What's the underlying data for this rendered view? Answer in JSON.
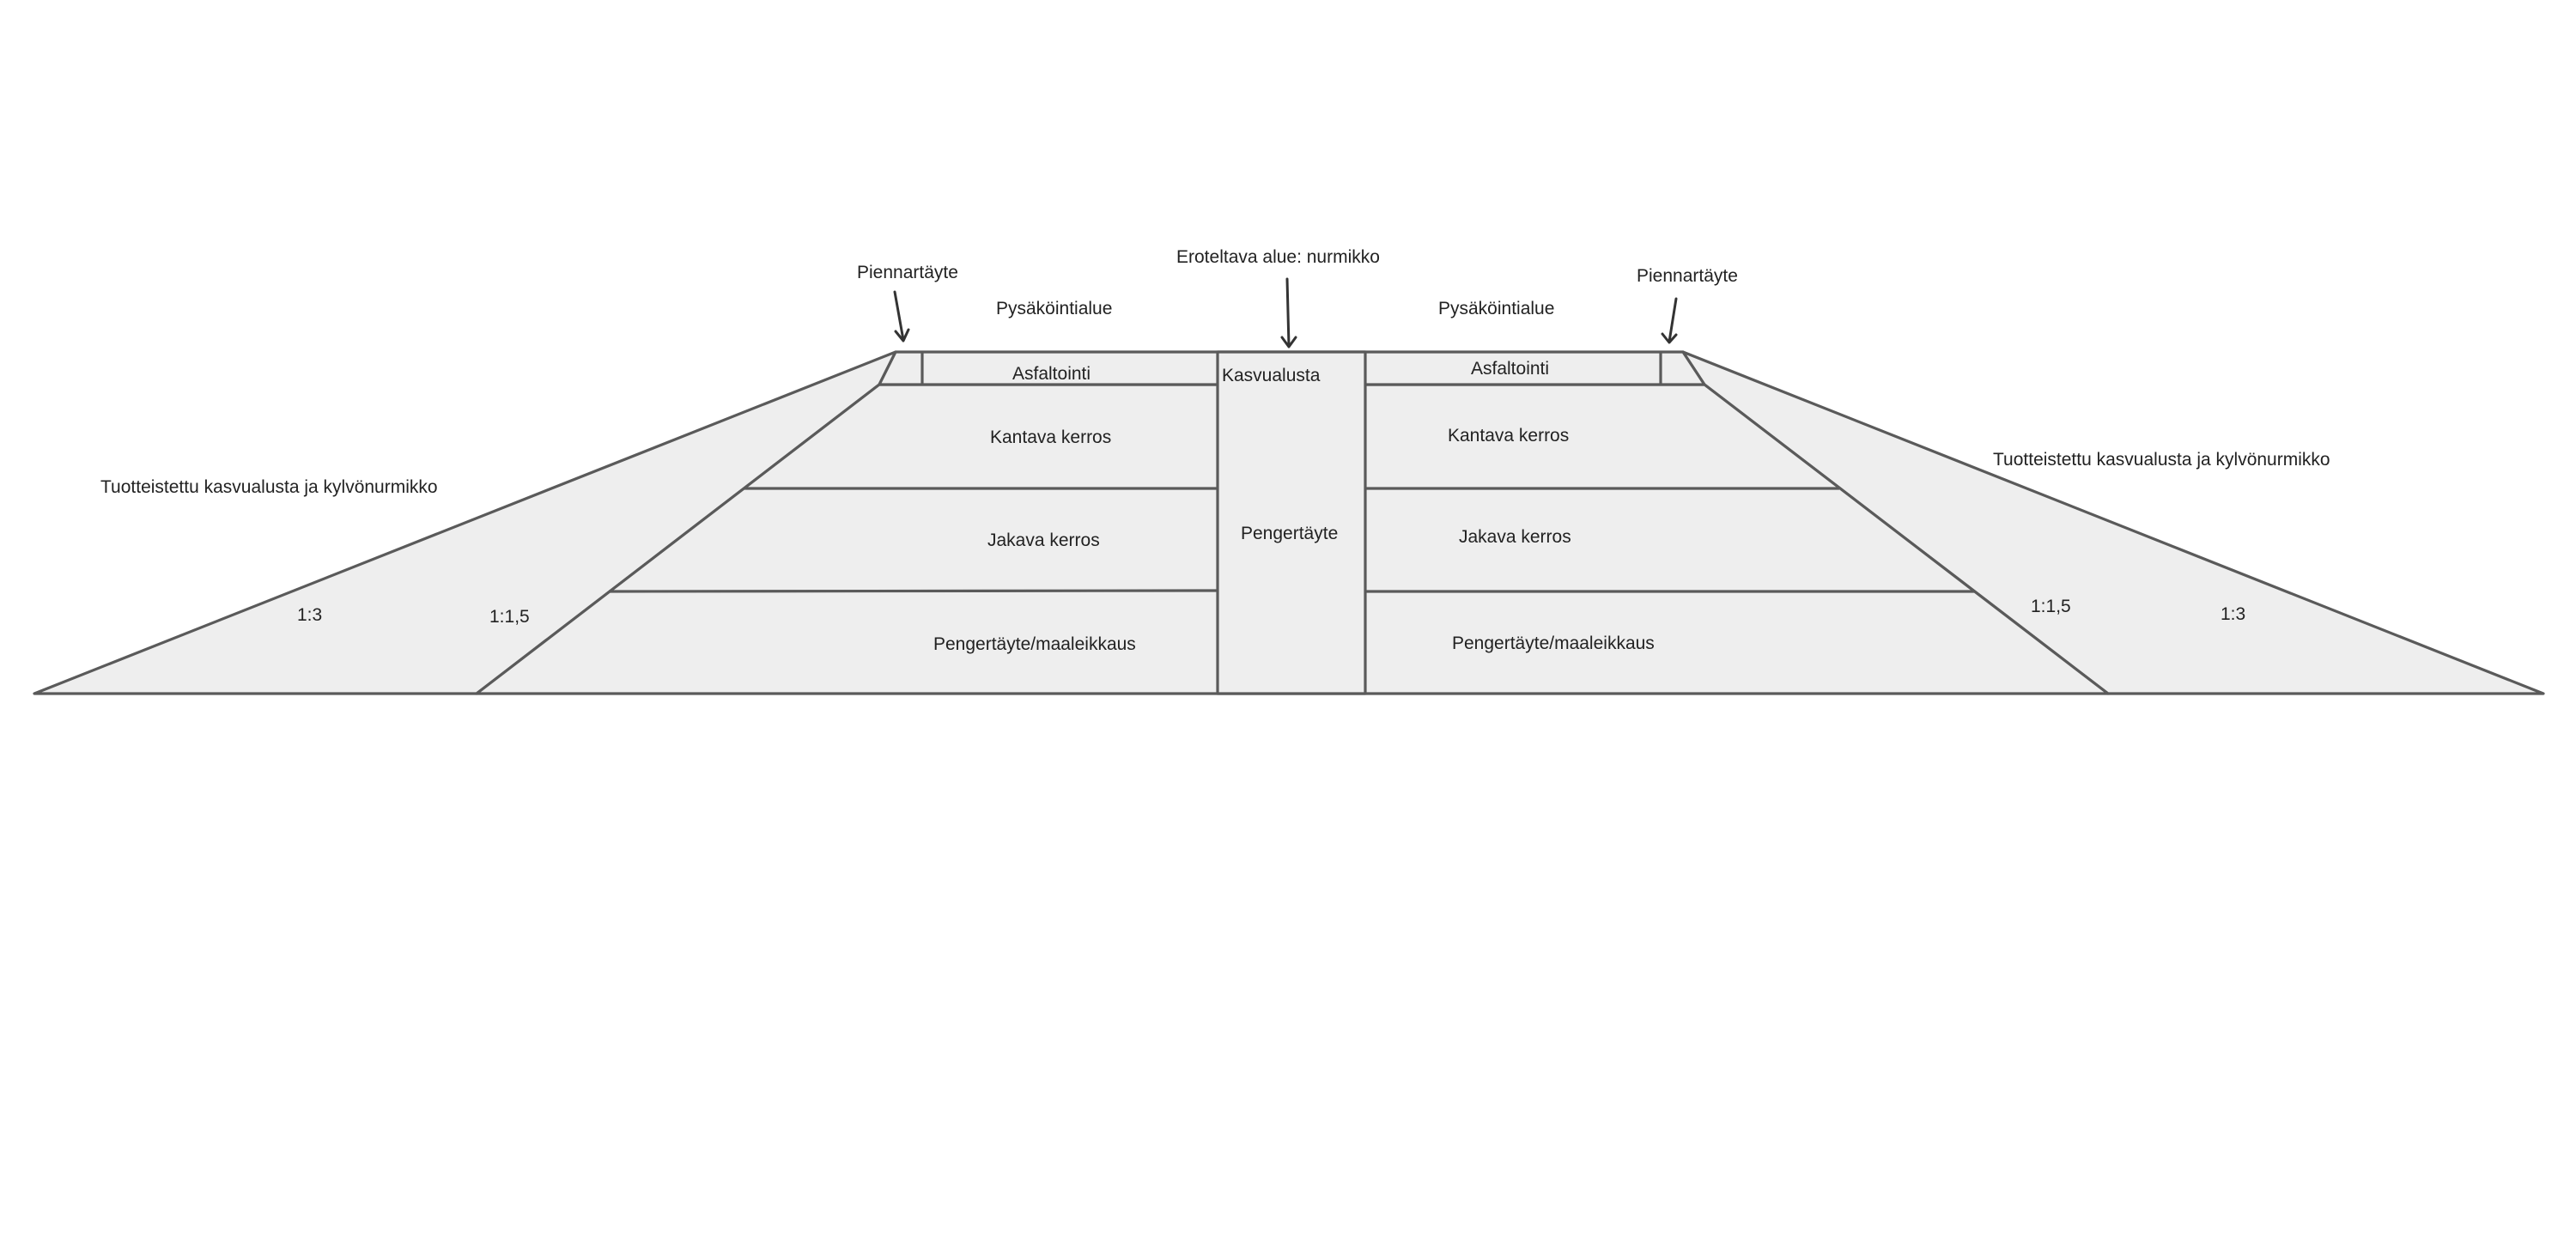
{
  "colors": {
    "fill": "#eeeeee",
    "stroke": "#5a5a5a",
    "text": "#222222",
    "arrow": "#333333"
  },
  "labels": {
    "pientare_vasen": "Piennartäyte",
    "pientare_oikea": "Piennartäyte",
    "eroteltava_alue": "Eroteltava alue: nurmikko",
    "pysakointi_vasen": "Pysäköintialue",
    "pysakointi_oikea": "Pysäköintialue",
    "asfaltti_vasen": "Asfaltointi",
    "asfaltti_oikea": "Asfaltointi",
    "kasvualusta": "Kasvualusta",
    "kantava_vasen": "Kantava kerros",
    "kantava_oikea": "Kantava kerros",
    "jakava_vasen": "Jakava kerros",
    "jakava_oikea": "Jakava kerros",
    "pengertayte": "Pengertäyte",
    "pengertayte_maaleikkaus_vasen": "Pengertäyte/maaleikkaus",
    "pengertayte_maaleikkaus_oikea": "Pengertäyte/maaleikkaus",
    "tuotteistettu_vasen": "Tuotteistettu kasvualusta ja kylvönurmikko",
    "tuotteistettu_oikea": "Tuotteistettu kasvualusta ja kylvönurmikko",
    "kaltevuus_1_3_vasen": "1:3",
    "kaltevuus_1_15_vasen": "1:1,5",
    "kaltevuus_1_15_oikea": "1:1,5",
    "kaltevuus_1_3_oikea": "1:3"
  }
}
